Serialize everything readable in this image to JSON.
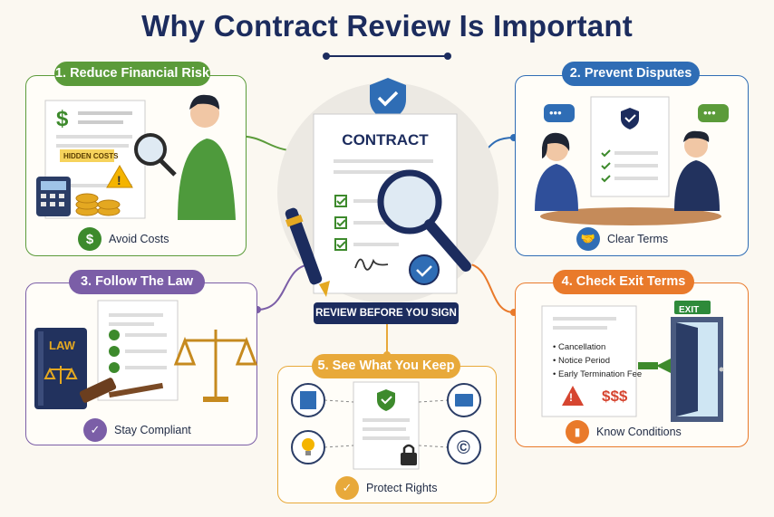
{
  "title": "Why Contract Review Is Important",
  "center": {
    "doc_title": "CONTRACT",
    "banner": "REVIEW BEFORE YOU SIGN"
  },
  "panels": [
    {
      "label": "1. Reduce Financial Risk",
      "footer": "Avoid Costs",
      "doc_tag": "HIDDEN COSTS",
      "color": "#5b9b3a"
    },
    {
      "label": "2. Prevent Disputes",
      "footer": "Clear Terms",
      "color": "#2f6db5"
    },
    {
      "label": "3. Follow The Law",
      "footer": "Stay Compliant",
      "book_label": "LAW",
      "color": "#7b5ea7"
    },
    {
      "label": "4. Check Exit Terms",
      "footer": "Know Conditions",
      "exit_sign": "EXIT",
      "color": "#e97a2b",
      "items": [
        "Cancellation",
        "Notice Period",
        "Early Termination Fee"
      ],
      "fee_symbol": "$$$"
    },
    {
      "label": "5. See What You Keep",
      "footer": "Protect Rights",
      "color": "#e8a93a"
    }
  ]
}
